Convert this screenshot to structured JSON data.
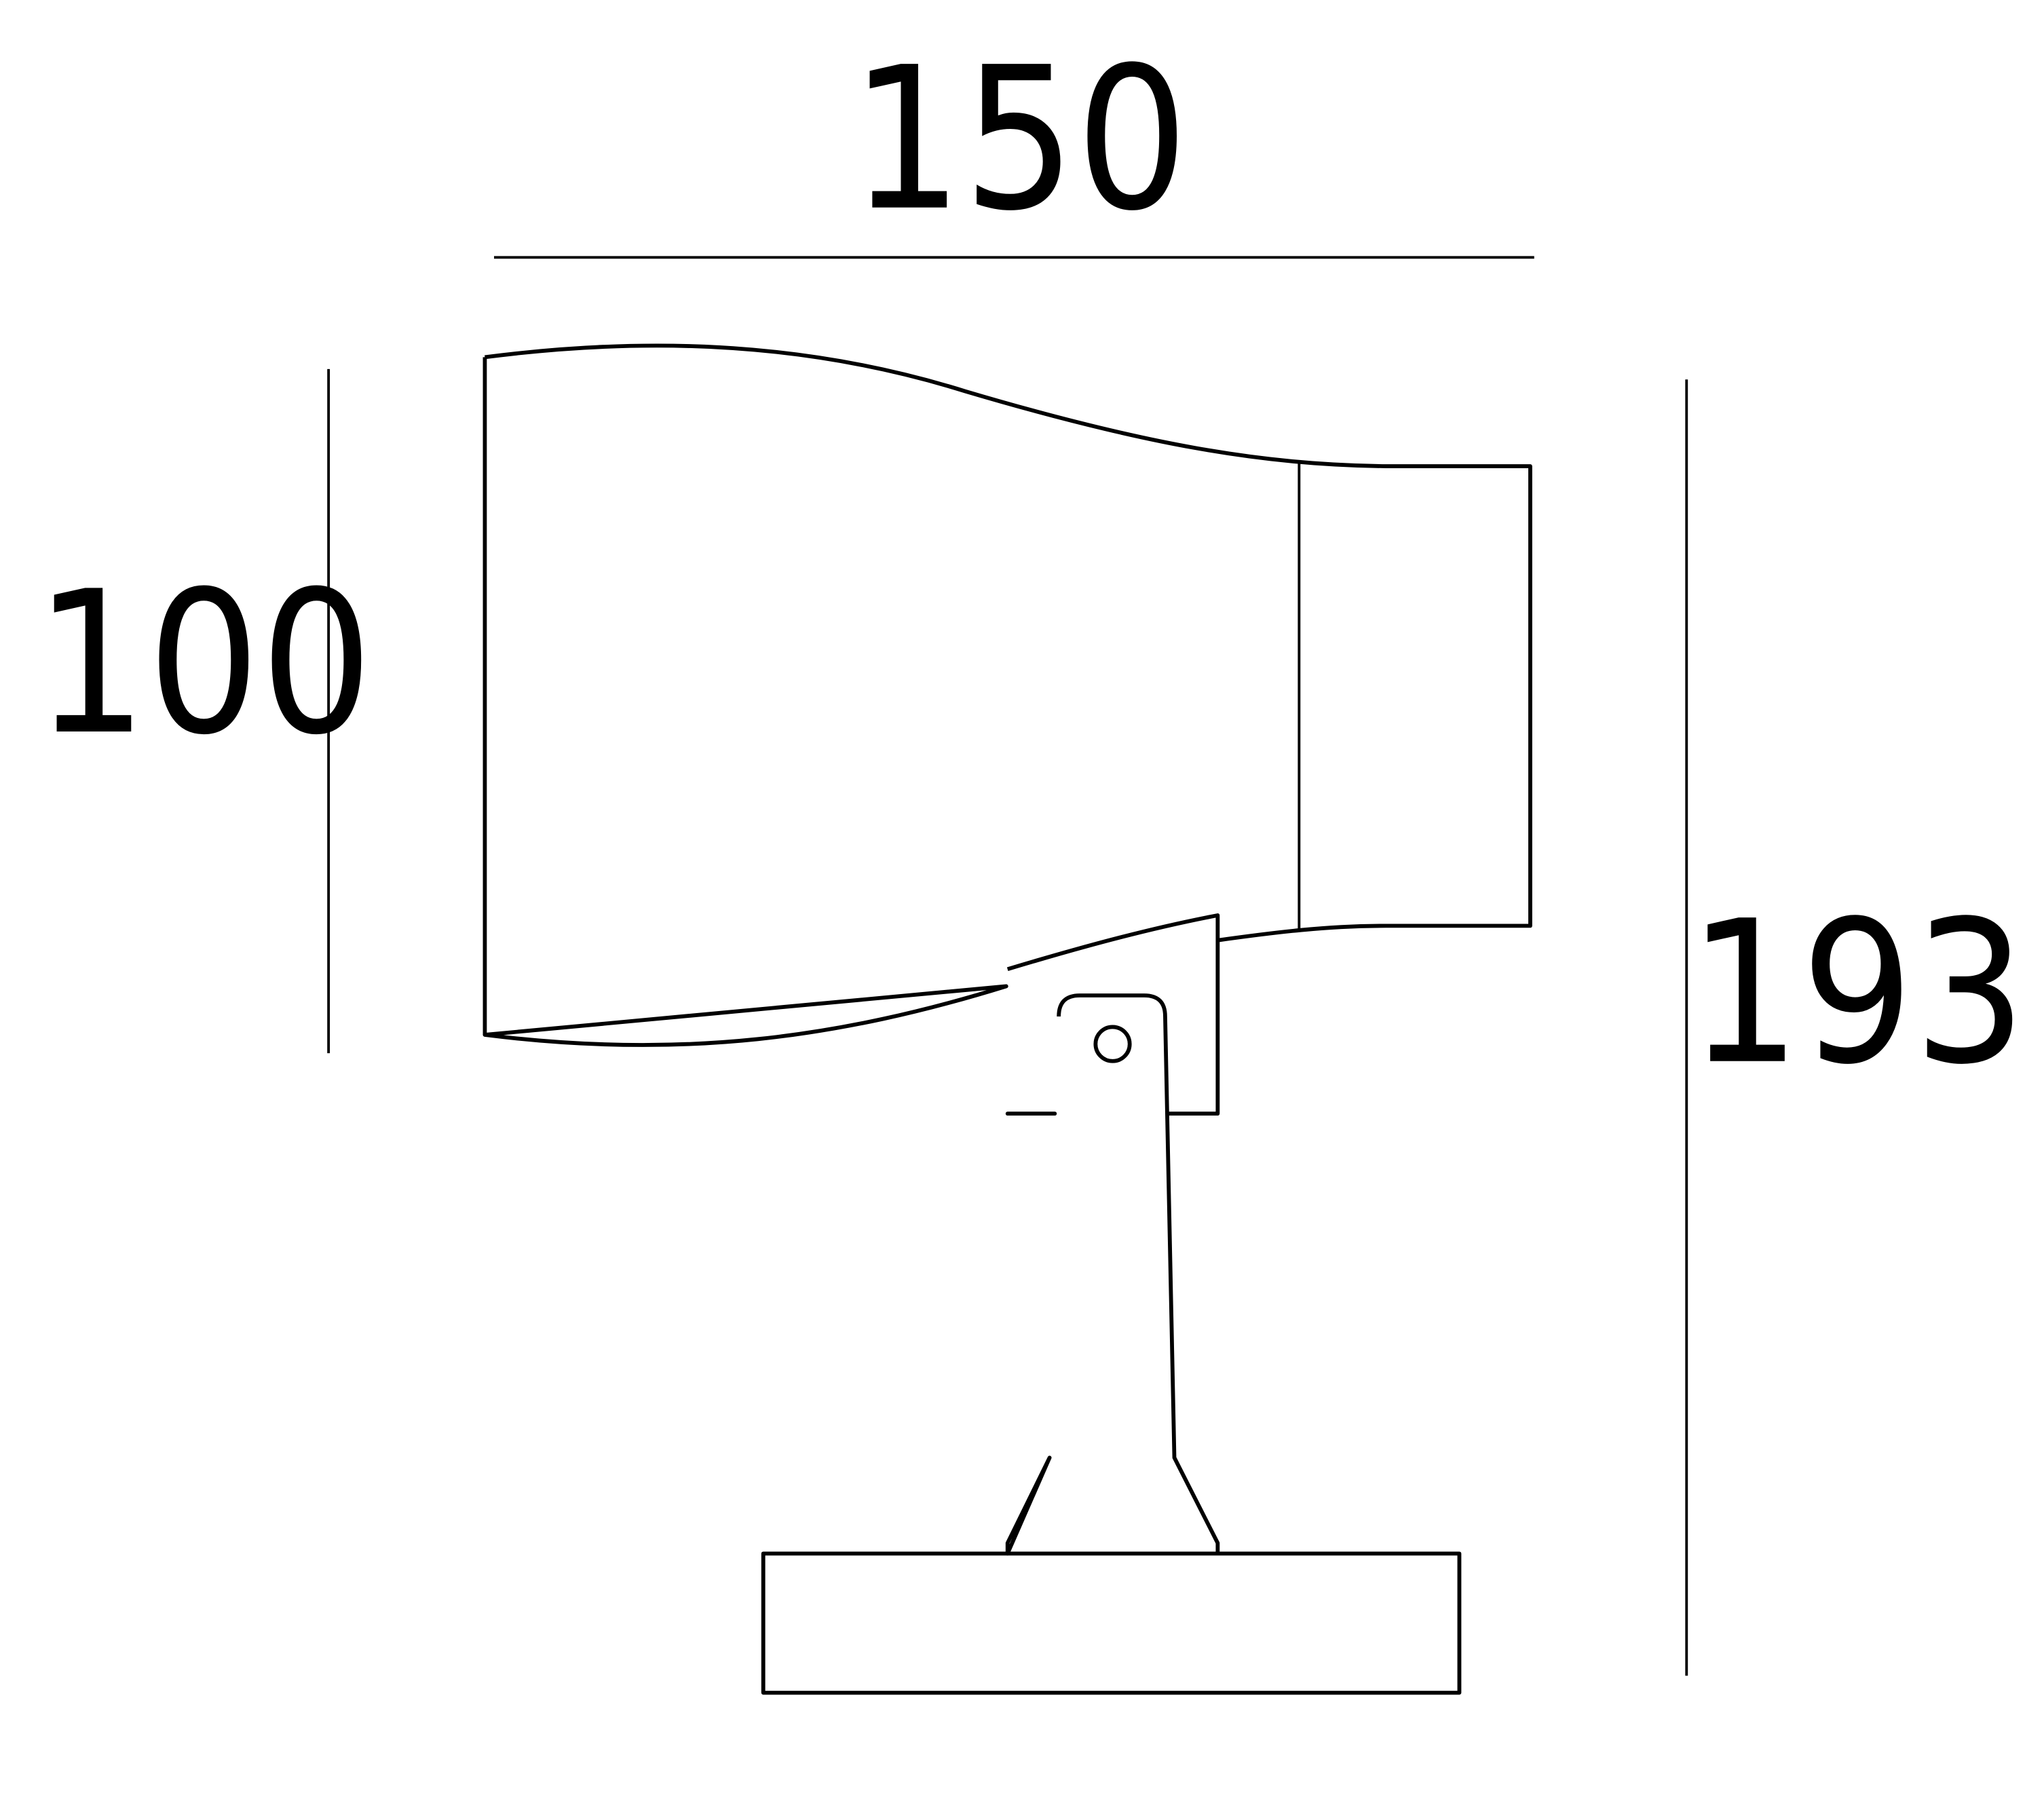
{
  "dimensions": {
    "width": {
      "label": "150"
    },
    "head_height": {
      "label": "100"
    },
    "total_height": {
      "label": "193"
    }
  },
  "colors": {
    "line": "#000000",
    "background": "#ffffff"
  }
}
